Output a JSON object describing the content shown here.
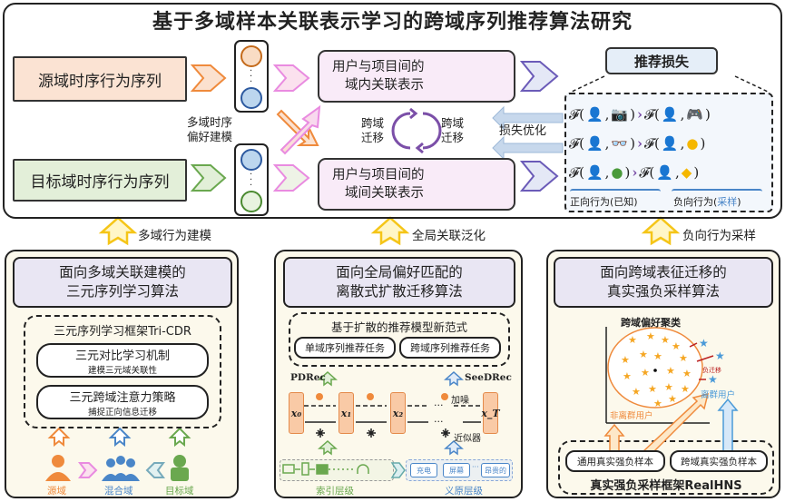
{
  "title": "基于多域样本关联表示学习的跨域序列推荐算法研究",
  "top": {
    "source_seq": "源域时序行为序列",
    "target_seq": "目标域时序行为序列",
    "multi_domain_pref": [
      "多域时序",
      "偏好建模"
    ],
    "intra_rep": [
      "用户与项目间的",
      "域内关联表示"
    ],
    "inter_rep": [
      "用户与项目间的",
      "域间关联表示"
    ],
    "cross_left": [
      "跨域",
      "迁移"
    ],
    "cross_right": [
      "跨域",
      "迁移"
    ],
    "loss_opt": "损失优化",
    "rec_loss": "推荐损失",
    "f_symbol": "𝓕(",
    "gt": "›",
    "close": ")",
    "pos_label": "正向行为(已知)",
    "neg_label_prefix": "负向行为(",
    "neg_label_sampled": "采样",
    "neg_label_suffix": ")"
  },
  "links": {
    "left": "多域行为建模",
    "middle": "全局关联泛化",
    "right": "负向行为采样"
  },
  "panel_left": {
    "title": [
      "面向多域关联建模的",
      "三元序列学习算法"
    ],
    "framework": "三元序列学习框架Tri-CDR",
    "items": [
      {
        "main": "三元对比学习机制",
        "sub": "建模三元域关联性"
      },
      {
        "main": "三元跨域注意力策略",
        "sub": "捕捉正向信息迁移"
      }
    ],
    "domains": [
      "源域",
      "混合域",
      "目标域"
    ]
  },
  "panel_mid": {
    "title": [
      "面向全局偏好匹配的",
      "离散式扩散迁移算法"
    ],
    "paradigm": "基于扩散的推荐模型新范式",
    "tasks": [
      "单域序列推荐任务",
      "跨域序列推荐任务"
    ],
    "pdrec": "PDRec",
    "seedrec": "SeeDRec",
    "states": [
      "x₀",
      "x₁",
      "x₂",
      "x_T"
    ],
    "noise": "加噪",
    "approx": "近似器",
    "dots": "···",
    "semantic_tags": [
      "充电",
      "屏幕",
      "昂贵的"
    ],
    "index_level": "索引层级",
    "semantic_level": "义原层级"
  },
  "panel_right": {
    "title": [
      "面向跨域表征迁移的",
      "真实强负采样算法"
    ],
    "cluster": "跨域偏好聚类",
    "neg_transfer": "负迁移",
    "outlier": "离群用户",
    "non_outlier": "非离群用户",
    "samples": [
      "通用真实强负样本",
      "跨域真实强负样本"
    ],
    "framework": "真实强负采样框架RealHNS"
  },
  "colors": {
    "orange": "#ef8a3c",
    "green": "#6aa84f",
    "blue": "#4a86c8",
    "pink": "#e98be0",
    "purple": "#7b4fa8",
    "yellow": "#f5c518"
  }
}
